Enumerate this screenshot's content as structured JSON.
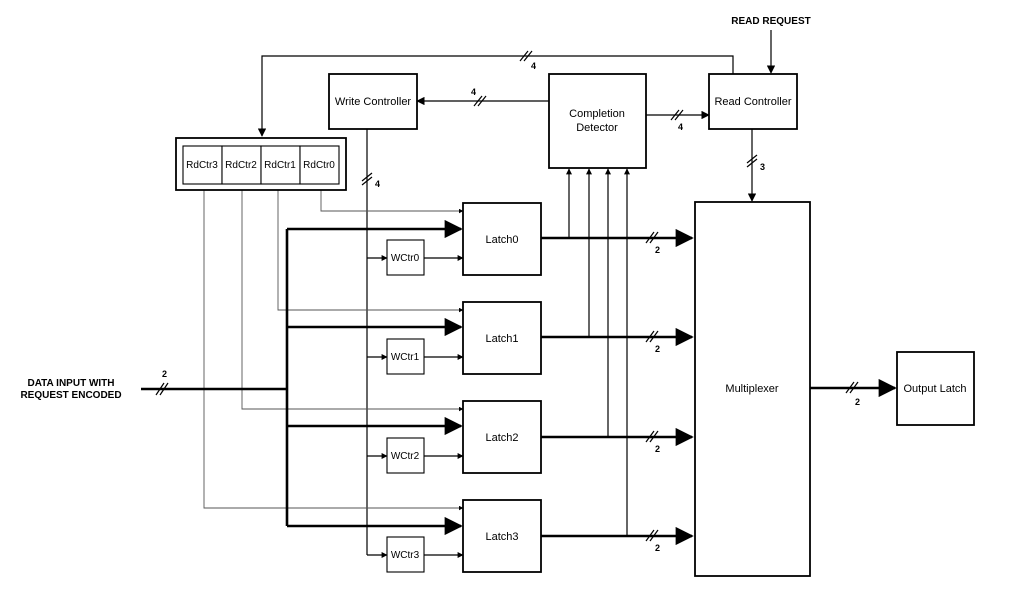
{
  "blocks": {
    "write_controller": "Write Controller",
    "completion_detector_line1": "Completion",
    "completion_detector_line2": "Detector",
    "read_controller": "Read Controller",
    "multiplexer": "Multiplexer",
    "output_latch": "Output Latch",
    "rdctr": [
      "RdCtr3",
      "RdCtr2",
      "RdCtr1",
      "RdCtr0"
    ],
    "latches": [
      "Latch0",
      "Latch1",
      "Latch2",
      "Latch3"
    ],
    "wctrs": [
      "WCtr0",
      "WCtr1",
      "WCtr2",
      "WCtr3"
    ]
  },
  "signals": {
    "read_request": "READ REQUEST",
    "data_input_line1": "DATA INPUT WITH",
    "data_input_line2": "REQUEST ENCODED"
  },
  "bus_widths": {
    "rc_to_rdctr": "4",
    "cd_to_wc": "4",
    "cd_to_rc": "4",
    "rc_to_mux": "3",
    "wc_to_wctr": "4",
    "data_input": "2",
    "latch_out": [
      "2",
      "2",
      "2",
      "2"
    ],
    "mux_out": "2"
  }
}
